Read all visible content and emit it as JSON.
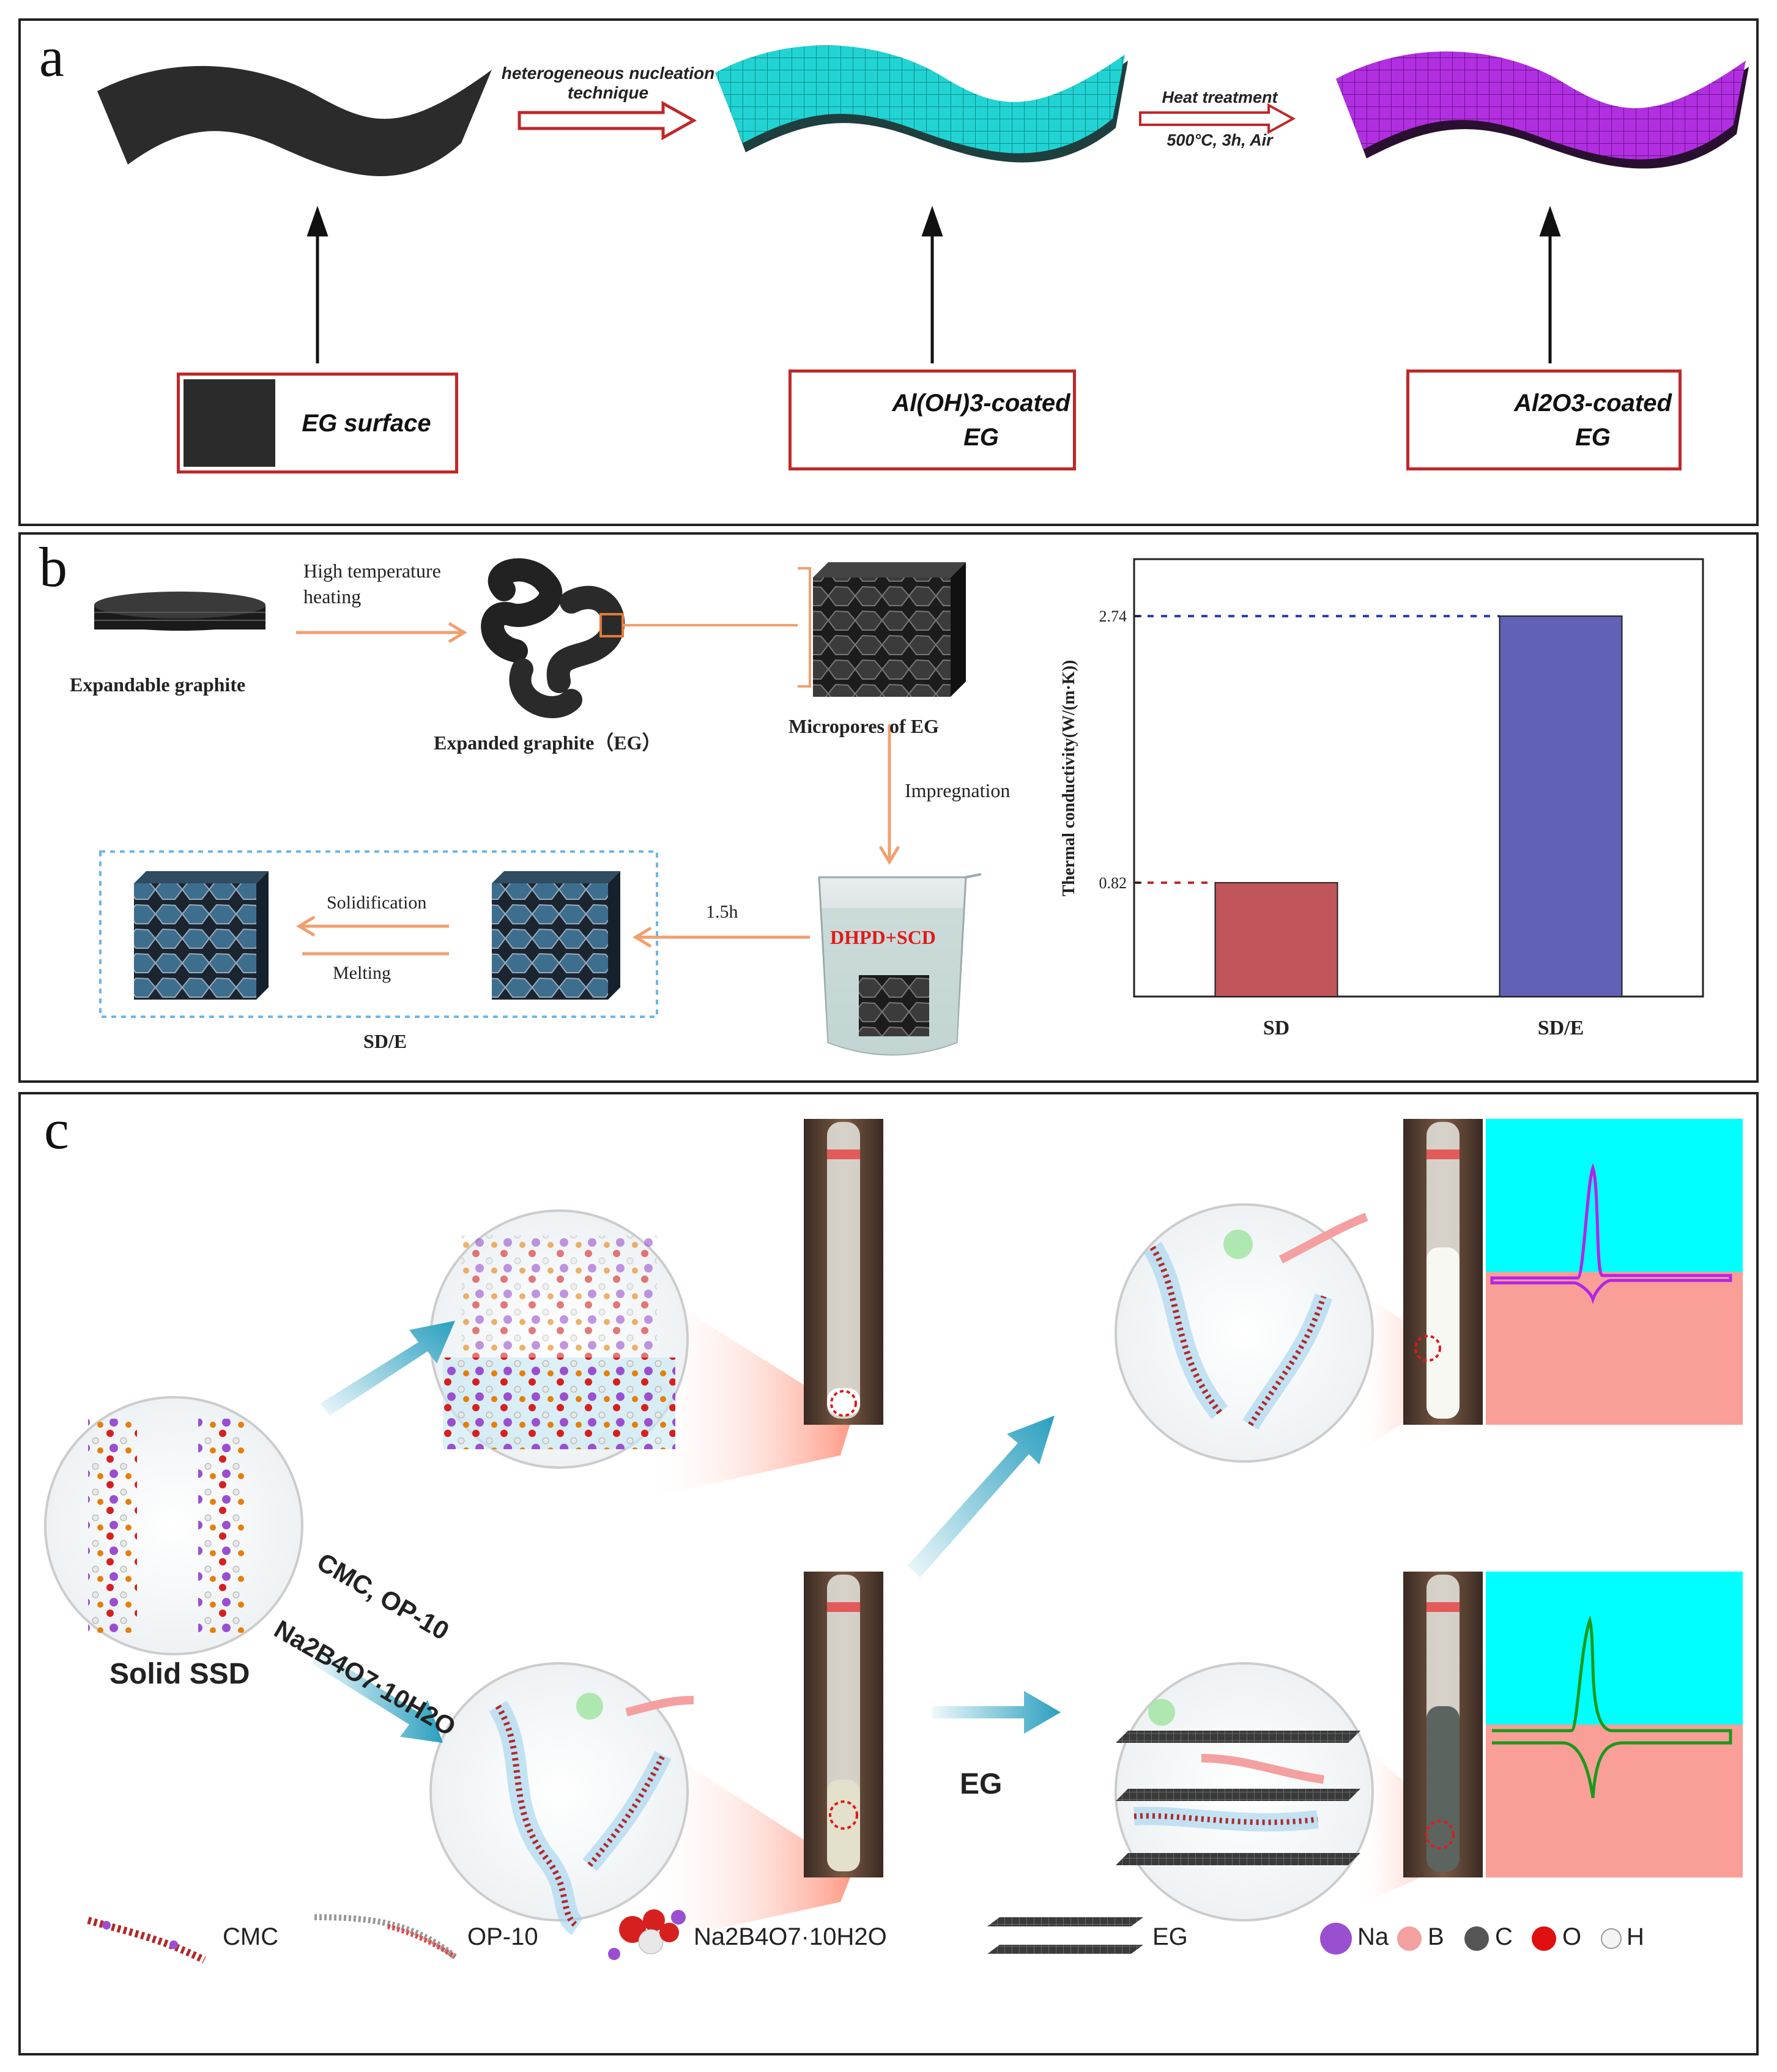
{
  "panel_a": {
    "label": "a",
    "step1_text_line1": "heterogeneous nucleation",
    "step1_text_line2": "technique",
    "step2_text_line1": "Heat treatment",
    "step2_text_line2": "500°C, 3h, Air",
    "box1": "EG surface",
    "box2_line1": "Al(OH)3-coated",
    "box2_line2": "EG",
    "box3_line1": "Al2O3-coated",
    "box3_line2": "EG",
    "colors": {
      "sheet1": "#2b2b2b",
      "sheet2": "#22d3d3",
      "sheet3": "#b12fe0",
      "frame": "#c0282a"
    }
  },
  "panel_b": {
    "label": "b",
    "expandable": "Expandable graphite",
    "heating_line1": "High temperature",
    "heating_line2": "heating",
    "expanded": "Expanded graphite（EG）",
    "micropores": "Micropores of EG",
    "impregnation": "Impregnation",
    "beaker_label": "DHPD+SCD",
    "time": "1.5h",
    "solidification": "Solidification",
    "melting": "Melting",
    "sde": "SD/E"
  },
  "chart_data": {
    "type": "bar",
    "categories": [
      "SD",
      "SD/E"
    ],
    "values": [
      0.82,
      2.74
    ],
    "ylabel": "Thermal conductivity(W/(m·K))",
    "yticks": [
      "0.82",
      "2.74"
    ],
    "ylim": [
      0,
      3.15
    ],
    "colors": [
      "#c1555c",
      "#6162b5"
    ]
  },
  "panel_c": {
    "label": "c",
    "solid_ssd": "Solid SSD",
    "additive_line1": "CMC, OP-10",
    "additive_line2": "Na2B4O7·10H2O",
    "eg": "EG",
    "legend": {
      "cmc": "CMC",
      "op10": "OP-10",
      "borax": "Na2B4O7·10H2O",
      "eg": "EG",
      "na": "Na",
      "b": "B",
      "c": "C",
      "o": "O",
      "h": "H"
    },
    "colors": {
      "top_bg": "#00ffff",
      "bottom_bg": "#fa9e98",
      "curve1": "#b126e6",
      "curve2": "#1a9a1a",
      "arrow": "#3ab0c8"
    }
  }
}
